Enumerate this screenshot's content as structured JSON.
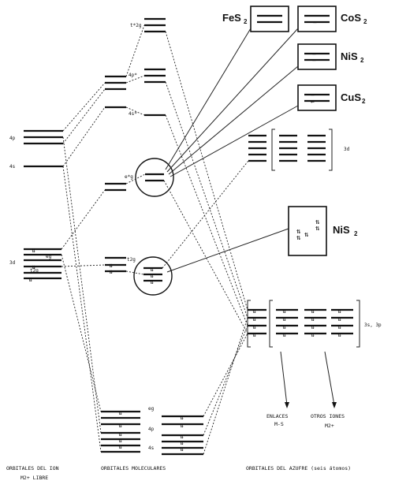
{
  "compounds": {
    "fes2": "FeS",
    "cos2": "CoS",
    "nis2_top": "NiS",
    "cus2": "CuS",
    "nis2_mid": "NiS",
    "subscript": "2"
  },
  "level_labels": {
    "four_p": "4p",
    "four_s": "4s",
    "three_d": "3d",
    "t2g_star": "t*2g",
    "four_p_star": "4p*",
    "four_s_star": "4s*",
    "eg_star": "e*g",
    "t2g": "t2g",
    "eg": "eg",
    "eg_left": "eg",
    "t2g_left": "t2g",
    "eg_bottom": "eg",
    "four_p_bottom": "4p",
    "four_s_bottom": "4s",
    "sulfur_3d": "3d",
    "sulfur_3s3p": "3s, 3p"
  },
  "annotations": {
    "enlaces_line1": "ENLACES",
    "enlaces_line2": "M-S",
    "otros_line1": "OTROS IONES",
    "otros_line2": "M2+"
  },
  "captions": {
    "ion_line1": "ORBITALES DEL ION",
    "ion_line2": "M2+ LIBRE",
    "molecular": "ORBITALES MOLECULARES",
    "sulfur": "ORBITALES DEL AZUFRE (seis átomos)"
  }
}
